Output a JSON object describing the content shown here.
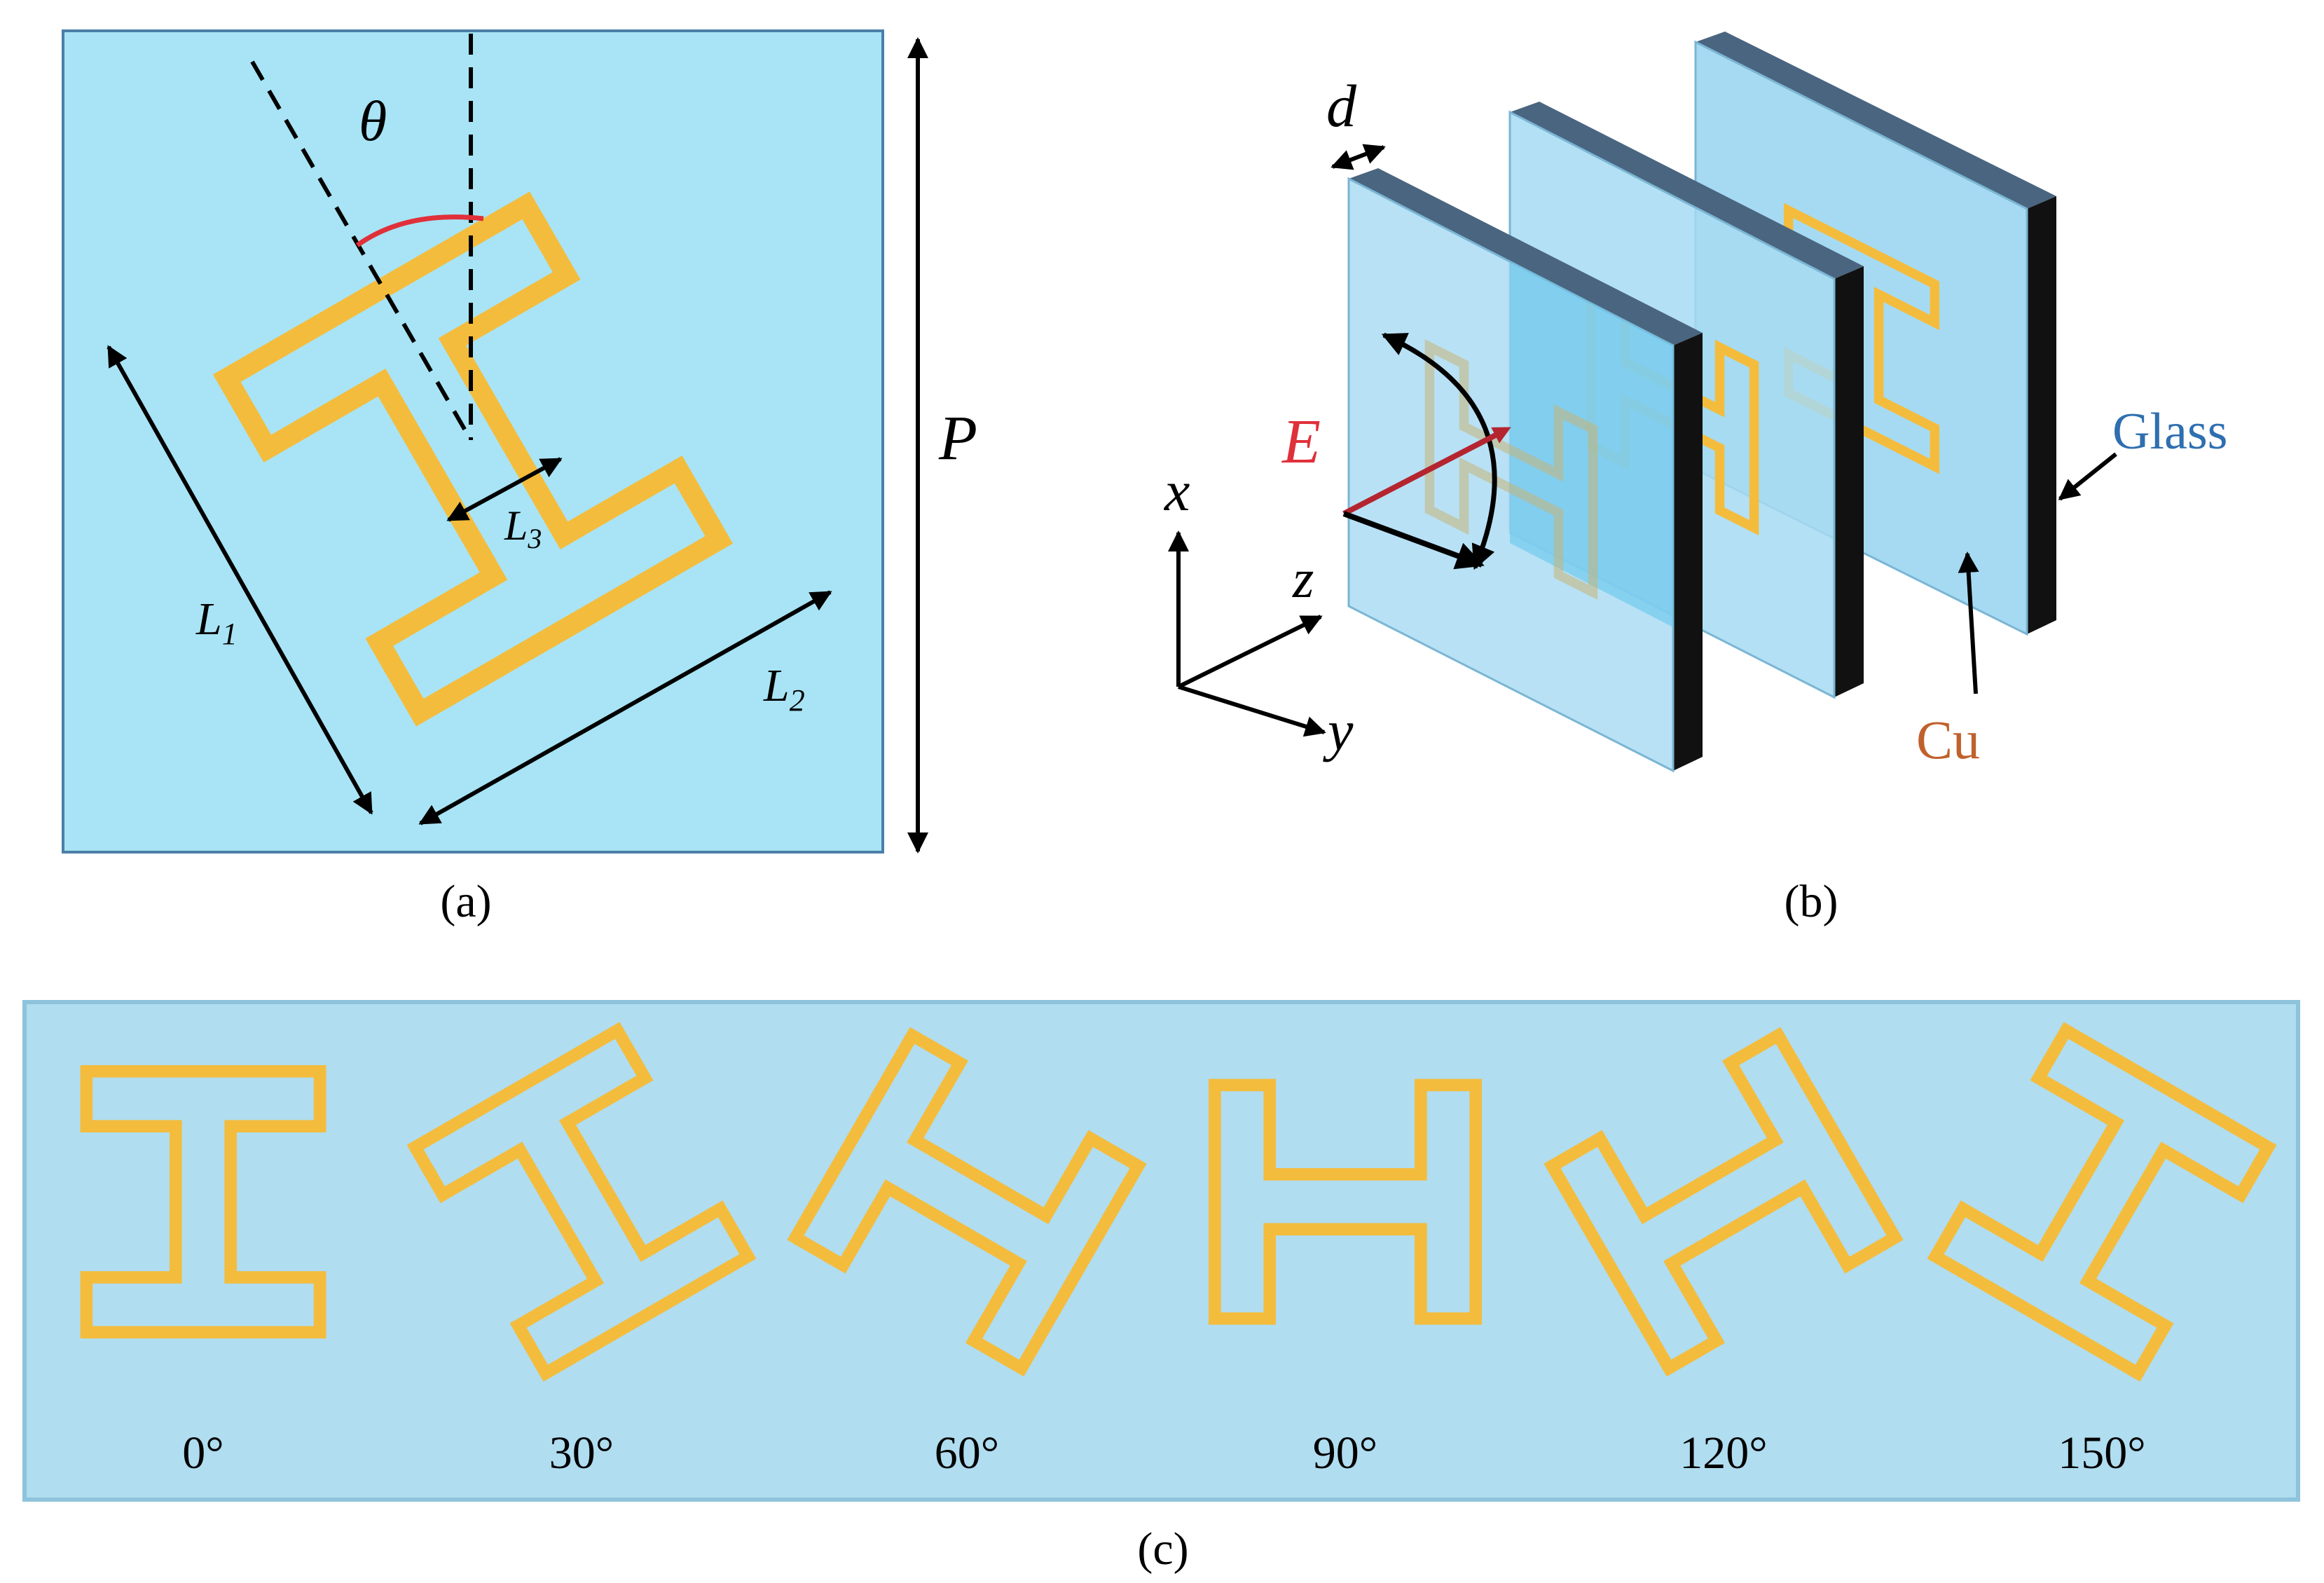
{
  "panel_a": {
    "caption": "(a)",
    "labels": {
      "theta": "θ",
      "L1": "L",
      "L1_sub": "1",
      "L2": "L",
      "L2_sub": "2",
      "L3": "L",
      "L3_sub": "3",
      "P": "P"
    }
  },
  "panel_b": {
    "caption": "(b)",
    "labels": {
      "d": "d",
      "E": "E",
      "x": "x",
      "y": "y",
      "z": "z",
      "glass": "Glass",
      "cu": "Cu"
    }
  },
  "panel_c": {
    "caption": "(c)",
    "rotations": [
      {
        "label": "0°",
        "angle": 0
      },
      {
        "label": "30°",
        "angle": 30
      },
      {
        "label": "60°",
        "angle": 60
      },
      {
        "label": "90°",
        "angle": 90
      },
      {
        "label": "120°",
        "angle": 120
      },
      {
        "label": "150°",
        "angle": 150
      }
    ]
  },
  "colors": {
    "substrate": "#a8e4f5",
    "substrate_c": "#b0ddf0",
    "copper": "#f4bc3c",
    "theta_arc": "#e0303a",
    "e_field": "#b5252f",
    "glass_label": "#2f6fb0",
    "cu_label": "#c0612c",
    "glass_face": "#a6daf2",
    "glass_top": "#4a6580",
    "glass_side": "#111111"
  }
}
